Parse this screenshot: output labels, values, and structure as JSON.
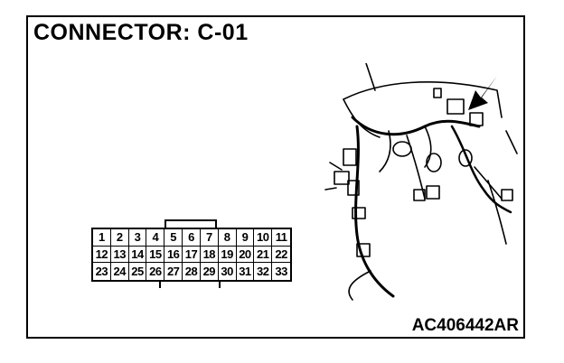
{
  "title": "CONNECTOR: C-01",
  "figure_code": "AC406442AR",
  "connector": {
    "rows": [
      [
        "1",
        "2",
        "3",
        "4",
        "5",
        "6",
        "7",
        "8",
        "9",
        "10",
        "11"
      ],
      [
        "12",
        "13",
        "14",
        "15",
        "16",
        "17",
        "18",
        "19",
        "20",
        "21",
        "22"
      ],
      [
        "23",
        "24",
        "25",
        "26",
        "27",
        "28",
        "29",
        "30",
        "31",
        "32",
        "33"
      ]
    ]
  },
  "icons": [
    "location-arrow-icon"
  ]
}
